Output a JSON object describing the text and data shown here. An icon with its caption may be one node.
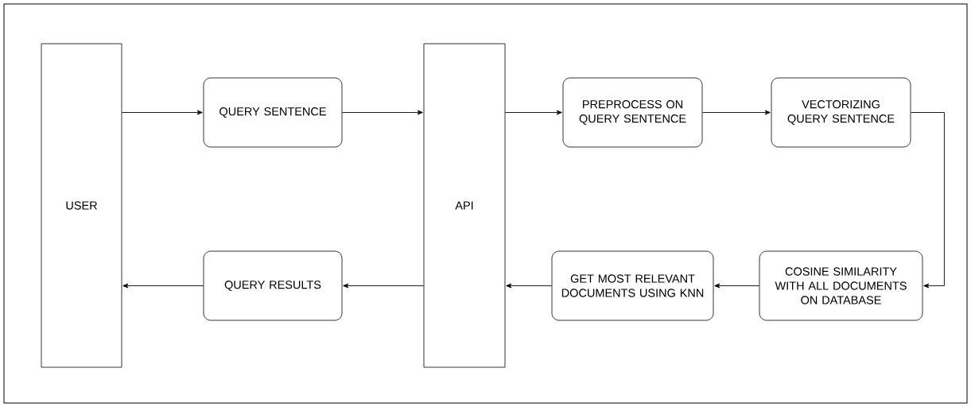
{
  "diagram": {
    "nodes": [
      {
        "text": [
          "USER"
        ]
      },
      {
        "text": [
          "QUERY SENTENCE"
        ]
      },
      {
        "text": [
          "API"
        ]
      },
      {
        "text": [
          "PREPROCESS ON QUERY SENTENCE"
        ]
      },
      {
        "text": [
          "VECTORIZING QUERY SENTENCE"
        ]
      },
      {
        "text": [
          "COSINE SIMILARITY WITH ALL DOCUMENTS ON DATABASE"
        ]
      },
      {
        "text": [
          "GET MOST RELEVANT DOCUMENTS USING KNN"
        ]
      },
      {
        "text": [
          "QUERY RESULTS"
        ]
      }
    ],
    "edges": [
      {
        "from": 0,
        "to": 1,
        "arrow": "to"
      },
      {
        "from": 1,
        "to": 2,
        "arrow": "to"
      },
      {
        "from": 2,
        "to": 3,
        "arrow": "to"
      },
      {
        "from": 3,
        "to": 4,
        "arrow": "to"
      },
      {
        "from": 4,
        "to": 5,
        "arrow": "to"
      },
      {
        "from": 5,
        "to": 6,
        "arrow": "to"
      },
      {
        "from": 6,
        "to": 2,
        "arrow": "to"
      },
      {
        "from": 2,
        "to": 7,
        "arrow": "to"
      },
      {
        "from": 7,
        "to": 0,
        "arrow": "to"
      }
    ]
  }
}
